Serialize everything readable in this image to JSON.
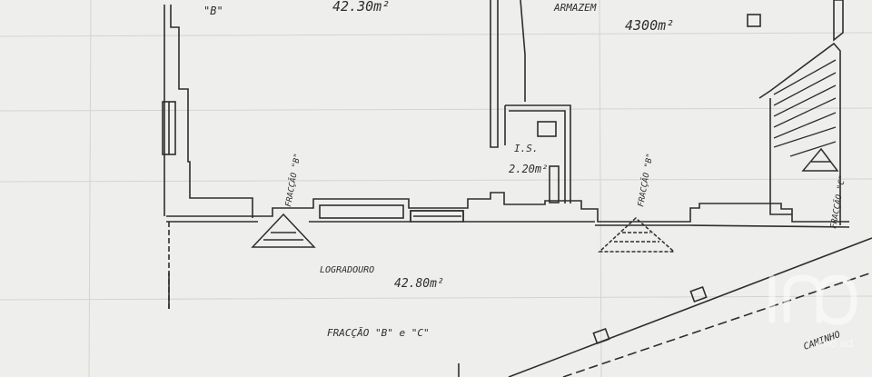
{
  "plan": {
    "rooms": [
      {
        "id": "room-top-left",
        "area": "42.30m²"
      },
      {
        "id": "armazem",
        "name": "ARMAZEM",
        "area": "4300m²"
      },
      {
        "id": "is",
        "name": "I.S.",
        "area": "2.20m²"
      },
      {
        "id": "logradouro",
        "name": "LOGRADOURO",
        "area": "42.80m²"
      }
    ],
    "fraction_labels": {
      "top": "\"B\"",
      "left": "FRACÇÃO \"B\"",
      "center": "FRACÇÃO \"B\"",
      "right": "FRACÇÃO \"C\"",
      "bottom": "FRACÇÃO \"B\" e \"C\""
    },
    "path_label": "CAMINHO"
  },
  "watermark": {
    "text": "imo ad"
  },
  "colors": {
    "background": "#eeeeec",
    "ink": "#2e2e2e",
    "watermark": "#ffffff"
  }
}
